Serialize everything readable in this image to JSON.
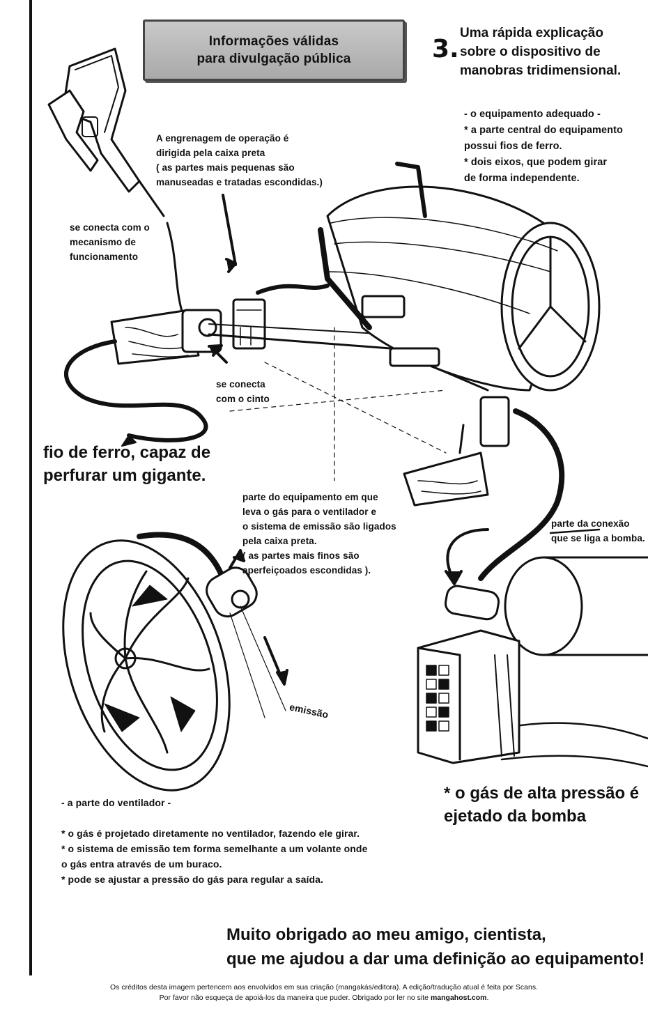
{
  "header": {
    "line1": "Informações válidas",
    "line2": "para divulgação pública"
  },
  "section": {
    "number": "3.",
    "title_lines": [
      "Uma rápida explicação",
      "sobre o dispositivo de",
      "manobras tridimensional."
    ]
  },
  "equipment_notes": [
    "- o equipamento adequado -",
    "* a parte central do equipamento",
    "possui fios de ferro.",
    "* dois eixos, que podem girar",
    "de forma independente."
  ],
  "gear_note": [
    "A engrenagem de operação é",
    "dirigida pela caixa preta",
    "( as partes mais pequenas são",
    "manuseadas e tratadas escondidas.)"
  ],
  "mechanism_note": [
    "se conecta com o",
    "mecanismo de",
    "funcionamento"
  ],
  "belt_note": [
    "se conecta",
    "com o cinto"
  ],
  "wire_caption": [
    "fio de ferro, capaz de",
    "perfurar um gigante."
  ],
  "fan_link_note": [
    "parte do equipamento em que",
    "leva o gás para o ventilador e",
    "o sistema de emissão são ligados",
    "pela caixa preta.",
    "( as partes mais finos são",
    "aperfeiçoados escondidas  )."
  ],
  "connection_note": [
    "parte da conexão",
    "que se liga a bomba."
  ],
  "emission_label": "emissão",
  "gas_caption": [
    "* o gás de alta pressão é",
    "ejetado da bomba"
  ],
  "fan_notes": [
    "- a parte do ventilador -",
    "",
    "* o gás é projetado diretamente no ventilador, fazendo ele girar.",
    "* o sistema de emissão tem forma semelhante a um volante onde",
    "o gás entra através de um buraco.",
    "* pode se ajustar a pressão do gás para regular a saída."
  ],
  "thanks": [
    "Muito obrigado ao meu amigo, cientista,",
    "que me ajudou a dar uma definição ao equipamento!"
  ],
  "footer": {
    "line1": "Os créditos desta imagem pertencem aos envolvidos em sua criação (mangakás/editora). A edição/tradução atual é feita por Scans.",
    "line2_prefix": "Por favor não esqueça de apoiá-los da maneira que puder. Obrigado por ler no site ",
    "site": "mangahost.com",
    "line2_suffix": "."
  }
}
